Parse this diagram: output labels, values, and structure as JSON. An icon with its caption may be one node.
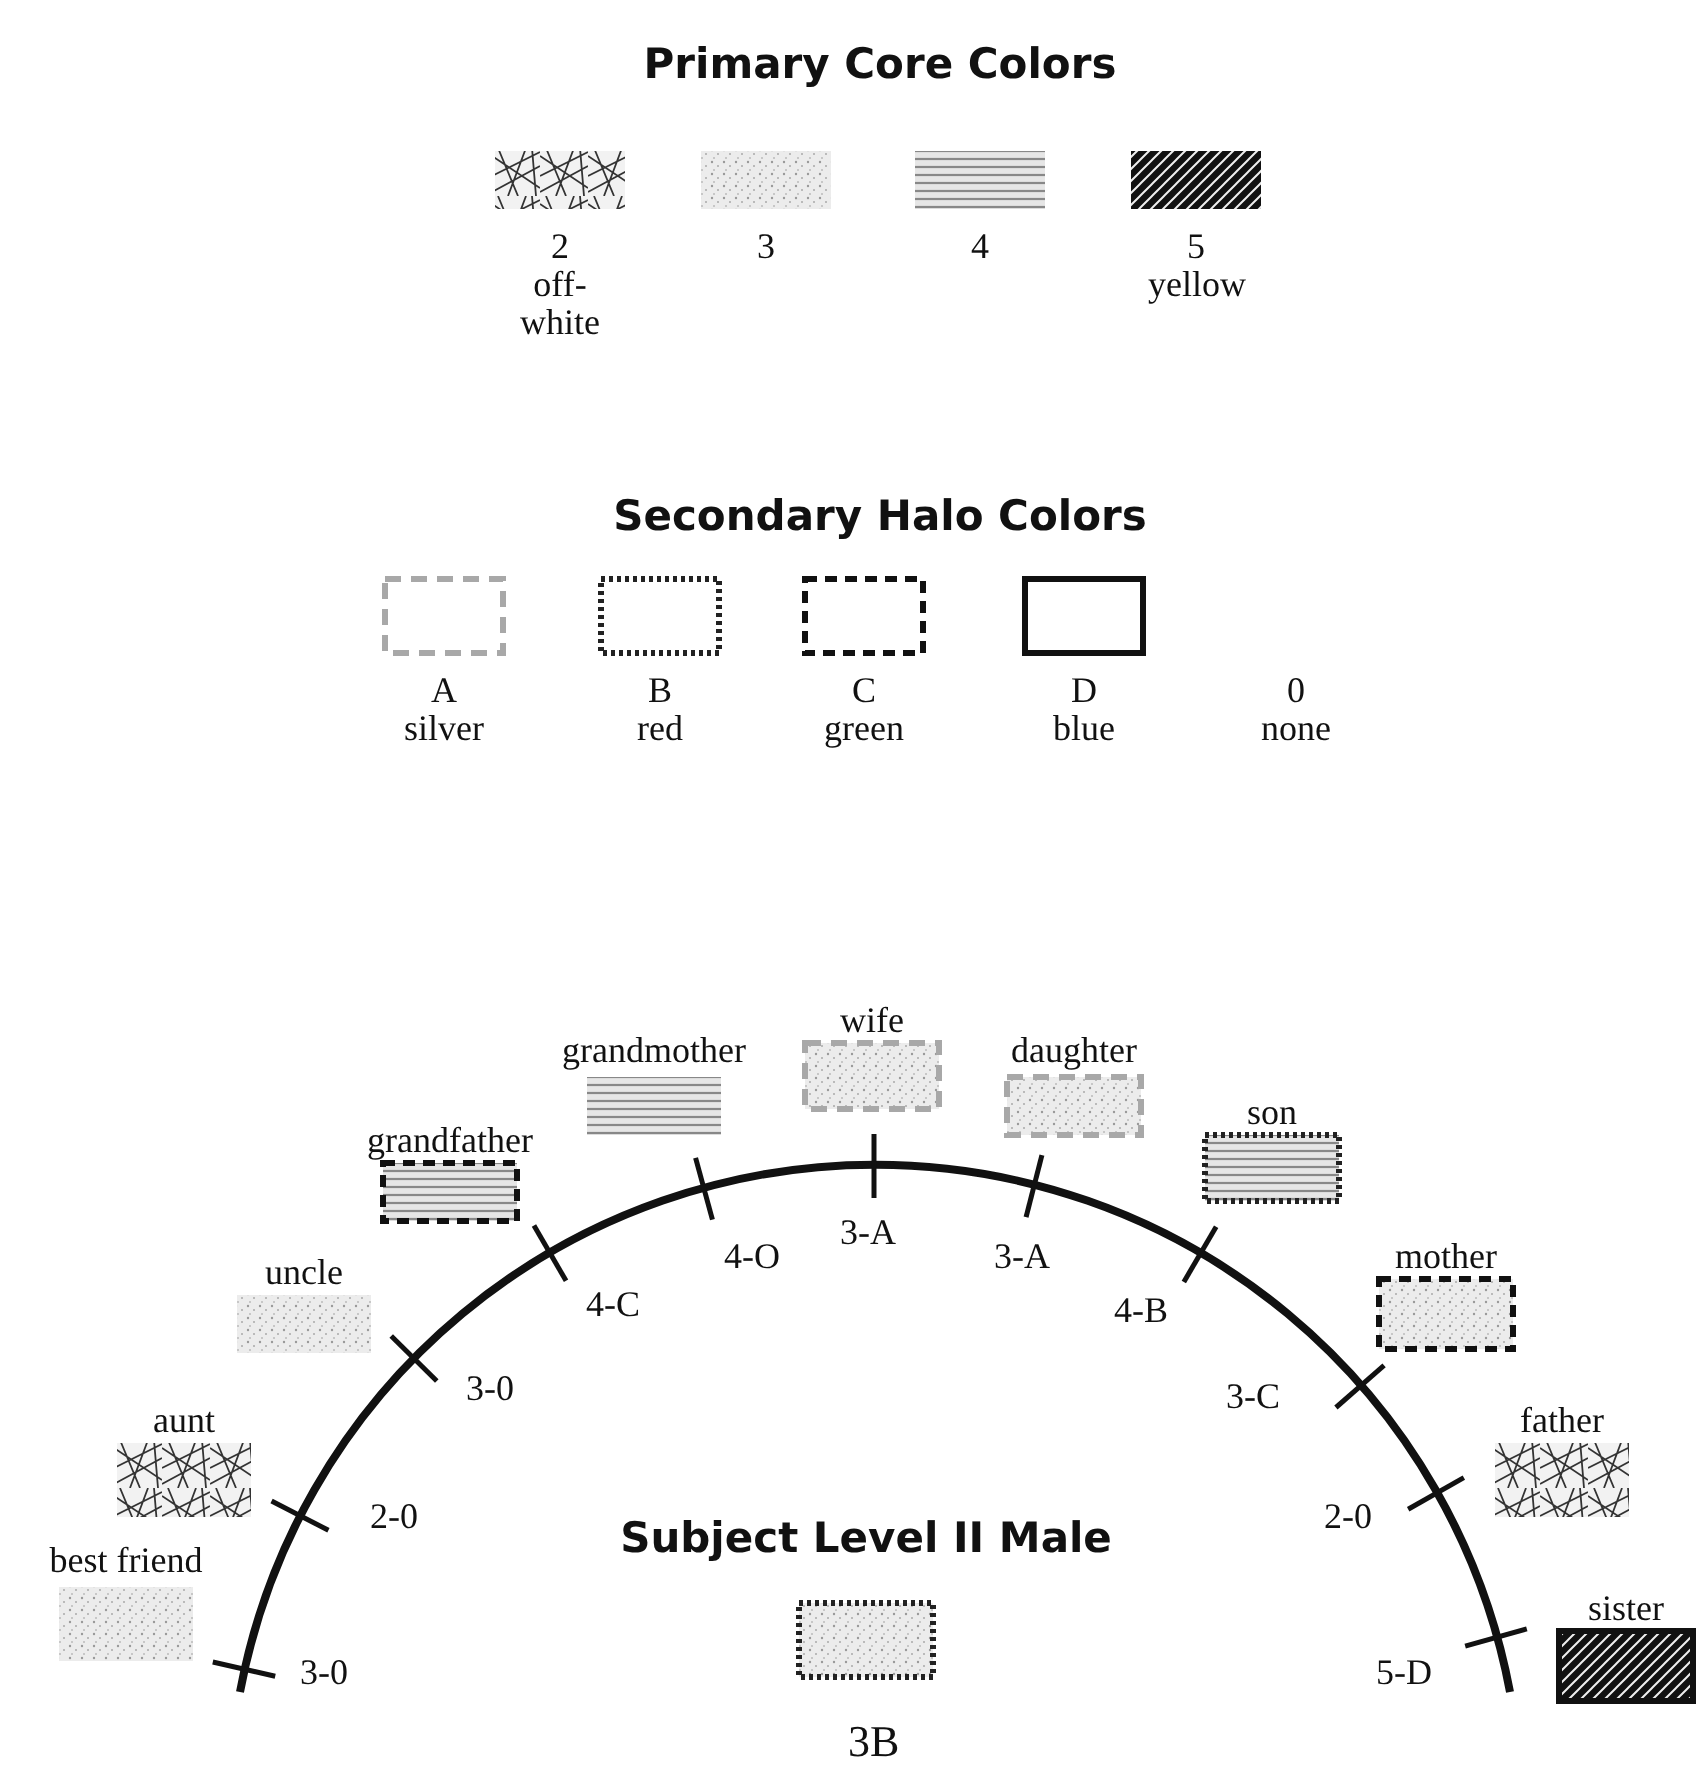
{
  "diagram": {
    "nodes": [
      {
        "text": [
          "best friend"
        ],
        "beside": [
          "3-0"
        ]
      },
      {
        "text": [
          "aunt"
        ],
        "beside": [
          "2-0"
        ]
      },
      {
        "text": [
          "uncle"
        ],
        "beside": [
          "3-0"
        ]
      },
      {
        "text": [
          "grandfather"
        ],
        "beside": [
          "4-C"
        ]
      },
      {
        "text": [
          "grandmother"
        ],
        "beside": [
          "4-O"
        ]
      },
      {
        "text": [
          "wife"
        ],
        "beside": [
          "3-A"
        ]
      },
      {
        "text": [
          "daughter"
        ],
        "beside": [
          "3-A"
        ]
      },
      {
        "text": [
          "son"
        ],
        "beside": [
          "4-B"
        ]
      },
      {
        "text": [
          "mother"
        ],
        "beside": [
          "3-C"
        ]
      },
      {
        "text": [
          "father"
        ],
        "beside": [
          "2-0"
        ]
      },
      {
        "text": [
          "sister"
        ],
        "beside": [
          "5-D"
        ]
      },
      {
        "text": [
          "Subject Level II Male"
        ],
        "beside": [
          "3B"
        ]
      }
    ],
    "edges": [],
    "labels": [
      "Primary Core Colors",
      "Secondary Halo Colors"
    ],
    "legend": [
      {
        "text": "2 off-white"
      },
      {
        "text": "3"
      },
      {
        "text": "4"
      },
      {
        "text": "5 yellow"
      },
      {
        "text": "A silver"
      },
      {
        "text": "B red"
      },
      {
        "text": "C green"
      },
      {
        "text": "D blue"
      },
      {
        "text": "0 none"
      }
    ]
  }
}
